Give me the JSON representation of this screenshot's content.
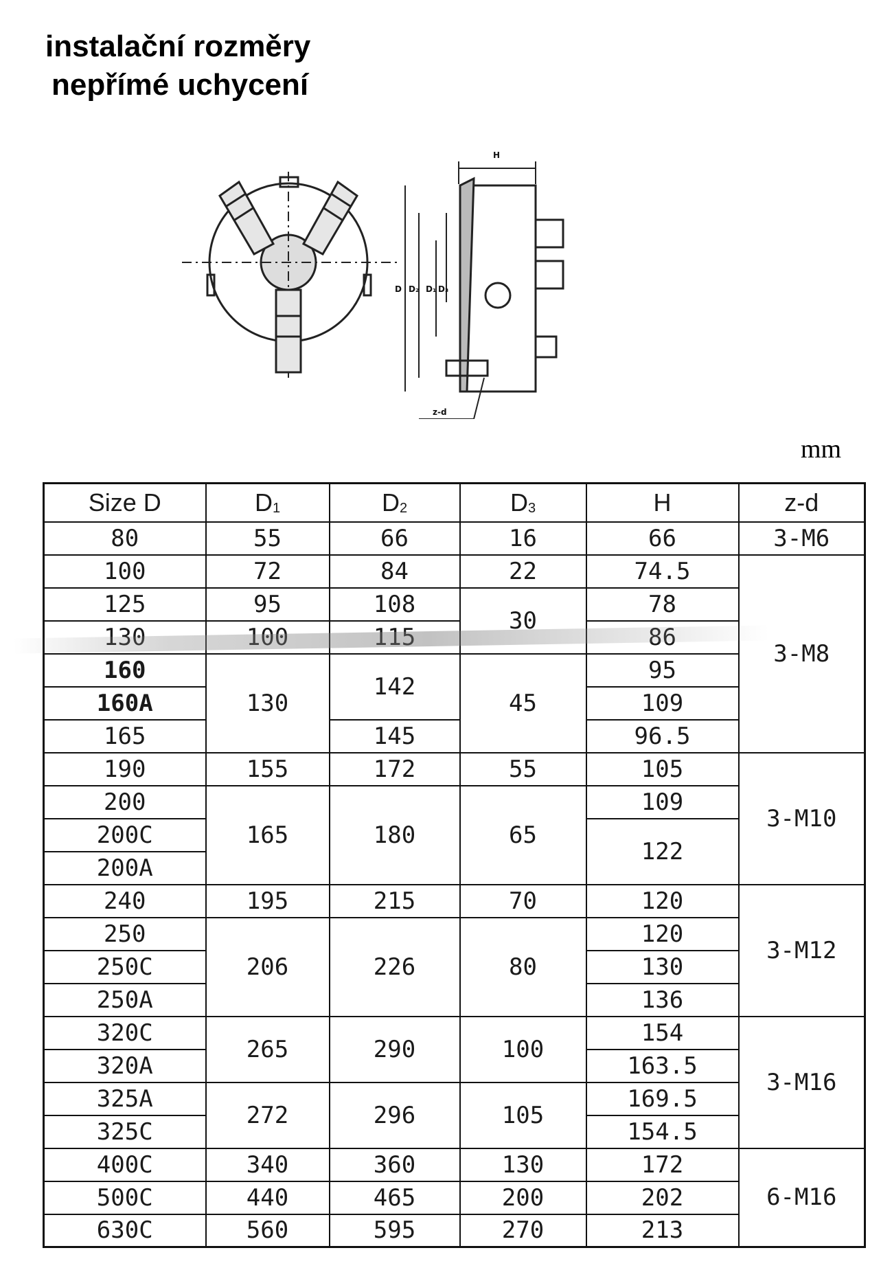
{
  "title": {
    "line1": "instalační rozměry",
    "line2": "nepřímé uchycení"
  },
  "drawing": {
    "labels": {
      "H": "H",
      "D": "D",
      "D2": "D₂",
      "D1": "D₁",
      "D3": "D₃",
      "zd": "z-d"
    }
  },
  "unit": "mm",
  "table": {
    "headers": {
      "size": "Size  D",
      "d1": "D",
      "d1_sub": "1",
      "d2": "D",
      "d2_sub": "2",
      "d3": "D",
      "d3_sub": "3",
      "h": "H",
      "zd": "z-d"
    },
    "size": [
      "80",
      "100",
      "125",
      "130",
      "160",
      "160A",
      "165",
      "190",
      "200",
      "200C",
      "200A",
      "240",
      "250",
      "250C",
      "250A",
      "320C",
      "320A",
      "325A",
      "325C",
      "400C",
      "500C",
      "630C"
    ],
    "d1": [
      "55",
      "72",
      "95",
      "100",
      "130",
      "155",
      "165",
      "195",
      "206",
      "265",
      "272",
      "340",
      "440",
      "560"
    ],
    "d2": [
      "66",
      "84",
      "108",
      "115",
      "142",
      "145",
      "172",
      "180",
      "215",
      "226",
      "290",
      "296",
      "360",
      "465",
      "595"
    ],
    "d3": [
      "16",
      "22",
      "30",
      "45",
      "55",
      "65",
      "70",
      "80",
      "100",
      "105",
      "130",
      "200",
      "270"
    ],
    "h": [
      "66",
      "74.5",
      "78",
      "86",
      "95",
      "109",
      "96.5",
      "105",
      "109",
      "122",
      "120",
      "120",
      "130",
      "136",
      "154",
      "163.5",
      "169.5",
      "154.5",
      "172",
      "202",
      "213"
    ],
    "zd": [
      "3-M6",
      "3-M8",
      "3-M10",
      "3-M12",
      "3-M16",
      "6-M16"
    ]
  }
}
